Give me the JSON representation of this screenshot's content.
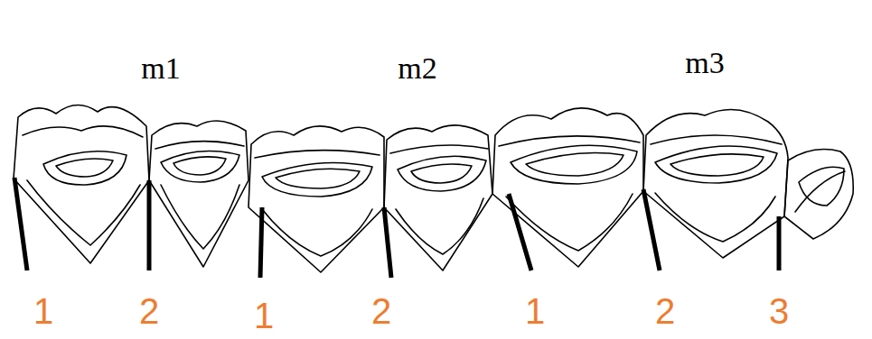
{
  "diagram": {
    "labels": [
      "m1",
      "m2",
      "m3",
      "1",
      "2",
      "1",
      "2",
      "1",
      "2",
      "3"
    ]
  }
}
